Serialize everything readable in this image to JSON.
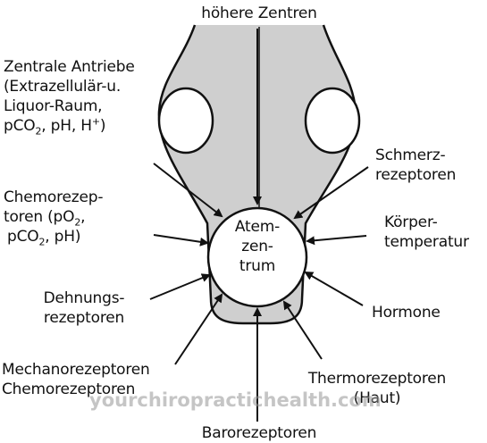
{
  "labels": {
    "top": "höhere Zentren",
    "zentrale": [
      "Zentrale Antriebe",
      "(Extrazellulär-u.",
      "Liquor-Raum,"
    ],
    "zentrale_last": {
      "a": "pCO",
      "a_sub": "2",
      "b": ", pH, H",
      "b_sup": "+",
      "c": ")"
    },
    "chemo": [
      "Chemorezep-",
      "toren (pO",
      "2",
      ","
    ],
    "chemo_last": {
      "a": "pCO",
      "a_sub": "2",
      "b": ", pH)"
    },
    "dehnung": [
      "Dehnungs-",
      "rezeptoren"
    ],
    "mechano": [
      "Mechanorezeptoren",
      "Chemorezeptoren"
    ],
    "baro": "Barorezeptoren",
    "thermo": [
      "Thermorezeptoren",
      "(Haut)"
    ],
    "hormone": "Hormone",
    "koerper": [
      "Körper-",
      "temperatur"
    ],
    "schmerz": [
      "Schmerz-",
      "rezeptoren"
    ],
    "center": [
      "Atem-",
      "zen-",
      "trum"
    ]
  },
  "watermark": "yourchiropractichealth.com",
  "colors": {
    "gray_fill": "#cfcfcf",
    "stroke": "#111111"
  }
}
